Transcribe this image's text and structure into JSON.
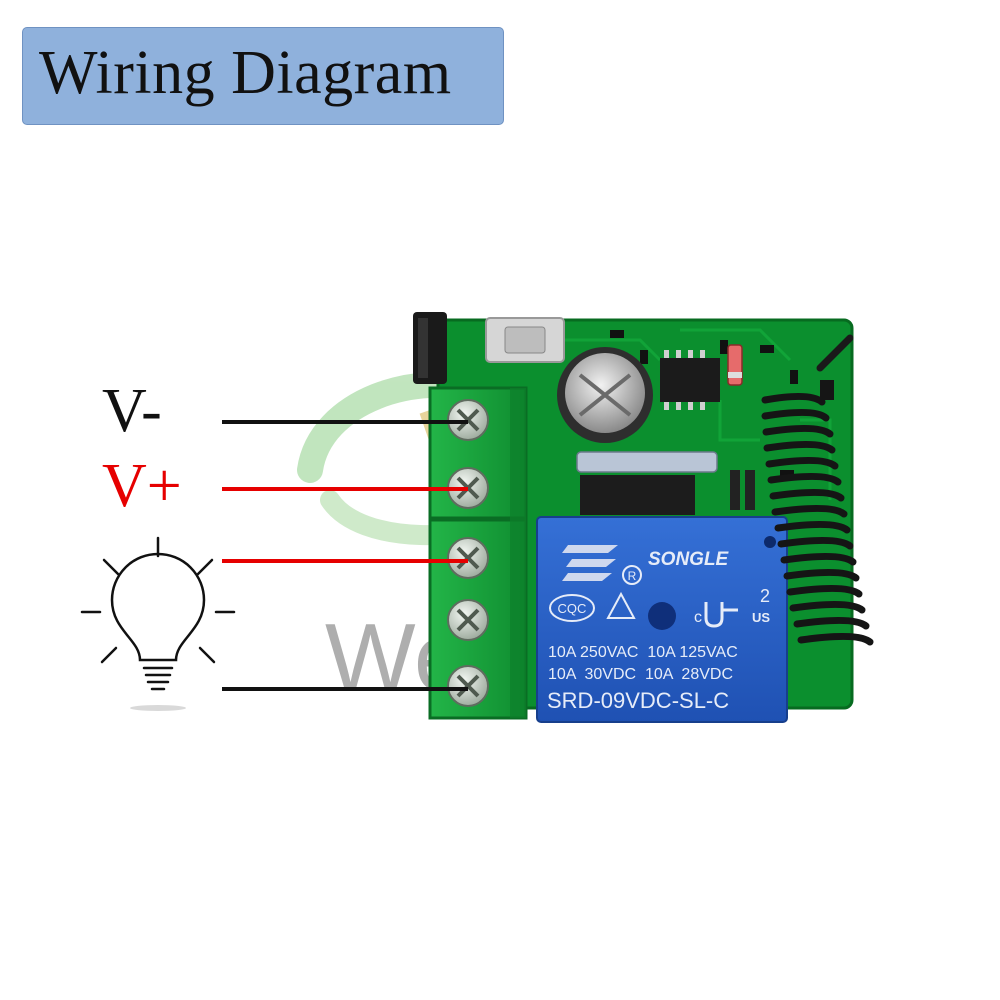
{
  "title": "Wiring Diagram",
  "labels": {
    "v_minus": "V-",
    "v_plus": "V+"
  },
  "relay": {
    "brand": "SONGLE",
    "rating_line1": "10A 250VAC  10A 125VAC",
    "rating_line2": "10A  30VDC  10A  28VDC",
    "model": "SRD-09VDC-SL-C",
    "cert_cqc": "CQC",
    "cert_c": "c",
    "cert_ur_num": "2",
    "cert_us": "US"
  },
  "watermark": "Wen Qi",
  "colors": {
    "title_bg": "#8fb1dc",
    "wire_negative": "#111111",
    "wire_positive": "#e60000",
    "pcb": "#0b8f2e",
    "terminal_block": "#17a83b",
    "relay_body": "#2a5fc4"
  }
}
